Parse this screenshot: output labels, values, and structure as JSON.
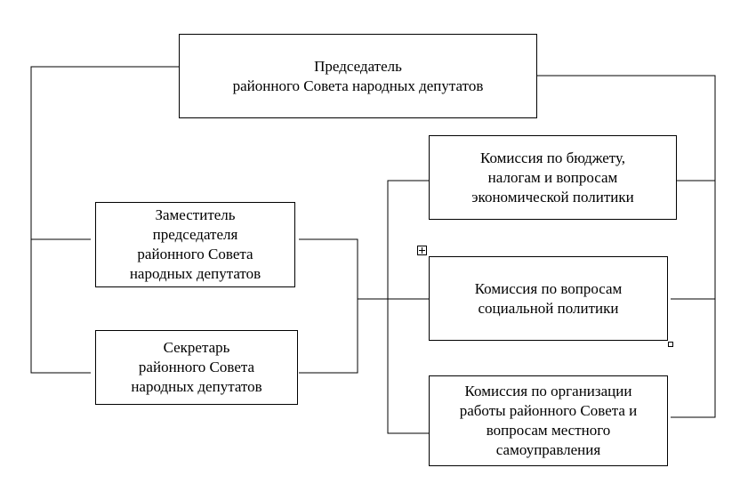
{
  "diagram": {
    "nodes": [
      {
        "id": "chairman",
        "label": "Председатель\nрайонного Совета народных депутатов"
      },
      {
        "id": "deputy",
        "label": "Заместитель\nпредседателя\nрайонного Совета\nнародных депутатов"
      },
      {
        "id": "secretary",
        "label": "Секретарь\nрайонного Совета\nнародных депутатов"
      },
      {
        "id": "commission-budget",
        "label": "Комиссия по бюджету,\nналогам и вопросам\nэкономической политики"
      },
      {
        "id": "commission-social",
        "label": "Комиссия по вопросам\nсоциальной политики"
      },
      {
        "id": "commission-organization",
        "label": "Комиссия по организации\nработы районного Совета и\nвопросам местного\nсамоуправления"
      }
    ]
  }
}
